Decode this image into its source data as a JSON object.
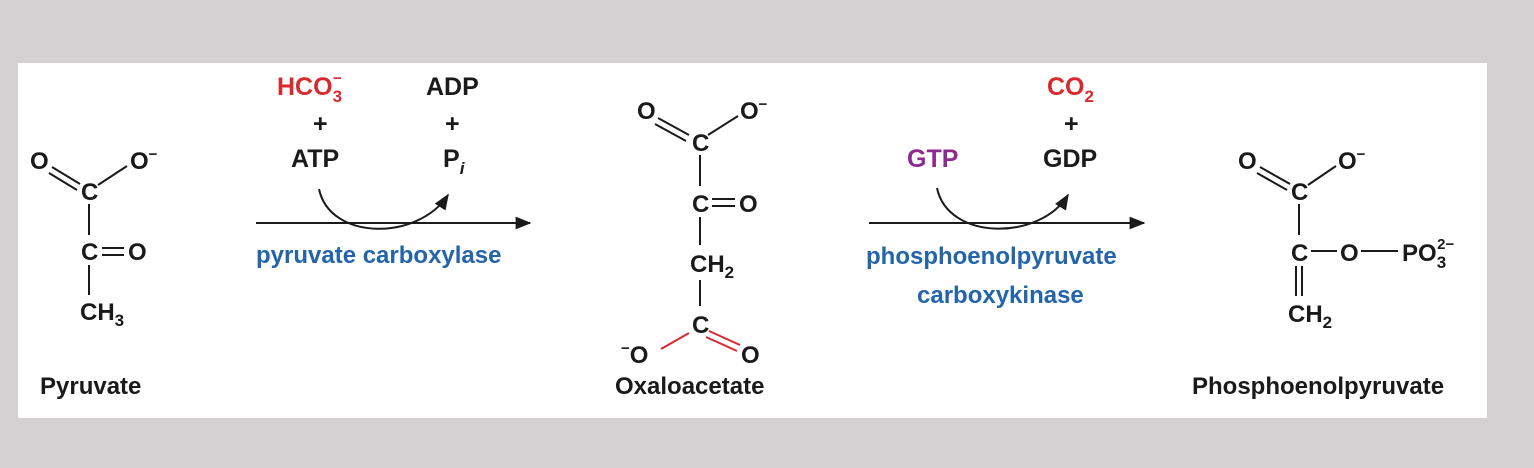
{
  "colors": {
    "background": "#d3d1d2",
    "panel": "#ffffff",
    "text": "#1a1a1a",
    "red": "#d9282e",
    "blue": "#2364aa",
    "purple": "#8e2a8f"
  },
  "atoms": {
    "O": "O",
    "C": "C",
    "CH": "CH",
    "P": "P",
    "minus": "−",
    "plus": "+"
  },
  "subscripts": {
    "two": "2",
    "three": "3",
    "i": "i",
    "two_minus": "2−"
  },
  "molecules": {
    "pyruvate": "Pyruvate",
    "oxaloacetate": "Oxaloacetate",
    "pep": "Phosphoenolpyruvate"
  },
  "reaction1": {
    "reactant_top": "HCO",
    "reactant_bottom": "ATP",
    "product_top": "ADP",
    "enzyme": "pyruvate carboxylase"
  },
  "reaction2": {
    "product_top": "CO",
    "reactant": "GTP",
    "product_bottom": "GDP",
    "enzyme_line1": "phosphoenolpyruvate",
    "enzyme_line2": "carboxykinase"
  }
}
